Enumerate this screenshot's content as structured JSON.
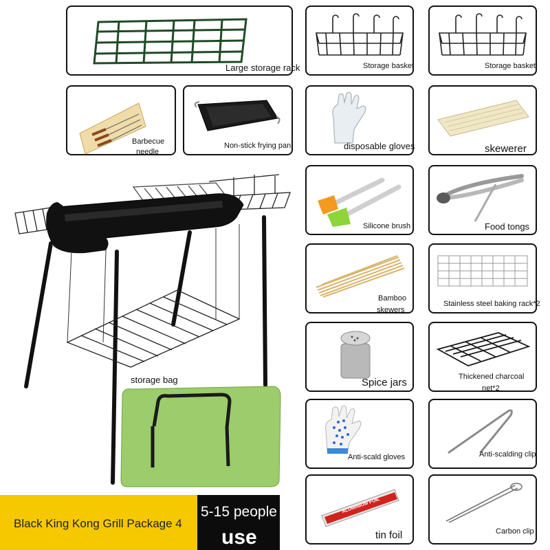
{
  "items": {
    "large_storage_rack": "Large storage rack",
    "storage_basket_1": "Storage basket",
    "storage_basket_2": "Storage basket",
    "barbecue_needle_1": "Barbecue",
    "barbecue_needle_2": "needle",
    "non_stick_pan": "Non-stick frying pan",
    "disposable_gloves": "disposable gloves",
    "skewerer": "skewerer",
    "silicone_brush": "Silicone brush",
    "food_tongs": "Food tongs",
    "bamboo_skewers_1": "Bamboo",
    "bamboo_skewers_2": "skewers",
    "stainless_rack": "Stainless steel baking rack*2",
    "spice_jars": "Spice jars",
    "charcoal_net_1": "Thickened charcoal",
    "charcoal_net_2": "net*2",
    "anti_scald_gloves": "Anti-scald gloves",
    "anti_scalding_clip": "Anti-scalding clip",
    "tin_foil": "tin foil",
    "carbon_clip": "Carbon clip",
    "storage_bag": "storage bag",
    "foil_box_text": "ALUMINIUM FOIL"
  },
  "banner": {
    "title": "Black King Kong Grill Package 4",
    "people_line1": "5-15 people",
    "people_line2": "use"
  },
  "colors": {
    "banner": "#f5c800",
    "people_box": "#0c0c0c",
    "rack_green": "#1f4a25",
    "bag_green": "#9ccc6b"
  }
}
